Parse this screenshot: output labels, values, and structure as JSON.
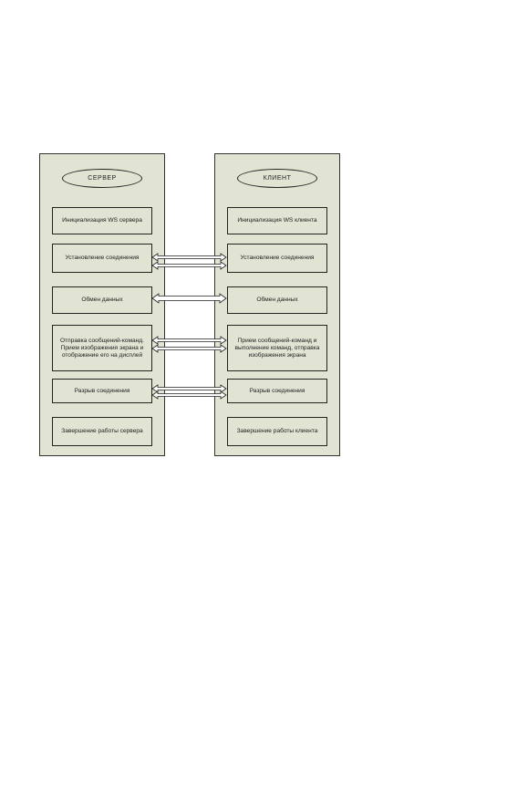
{
  "server": {
    "title": "СЕРВЕР",
    "steps": [
      "Инициализация WS сервера",
      "Установление соединения",
      "Обмен данных",
      "Отправка сообщений-команд. Прием изображения экрана и отображение его на дисплей",
      "Разрыв соединения",
      "Завершение работы сервера"
    ]
  },
  "client": {
    "title": "КЛИЕНТ",
    "steps": [
      "Инициализация WS клиента",
      "Установление соединения",
      "Обмен данных",
      "Прием сообщений-команд и выполнение команд, отправка изображения экрана",
      "Разрыв соединения",
      "Завершение работы клиента"
    ]
  },
  "colors": {
    "panel": "#e1e3d3",
    "border": "#222222",
    "arrow_fill": "#ffffff"
  }
}
